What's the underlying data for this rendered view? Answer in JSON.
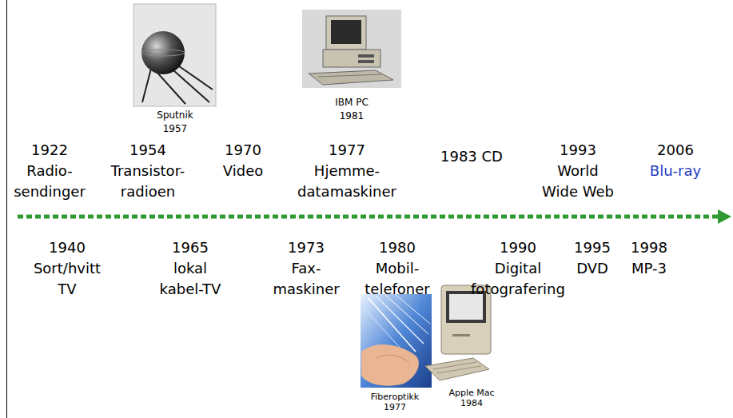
{
  "diagram": {
    "labels": [
      "Sputnik 1957",
      "IBM PC 1981",
      "1922 Radio- sendinger",
      "1954 Transistor- radioen",
      "1970 Video",
      "1977 Hjemme- datamaskiner",
      "1983 CD",
      "1993 World Wide Web",
      "2006",
      "Blu-ray",
      "1940 Sort/hvitt TV",
      "1965 lokal kabel-TV",
      "1973 Fax- maskiner",
      "1980 Mobil- telefoner",
      "1990 Digital fotografering",
      "1995 DVD",
      "1998 MP-3",
      "Fiberoptikk 1977",
      "Apple Mac 1984"
    ]
  }
}
